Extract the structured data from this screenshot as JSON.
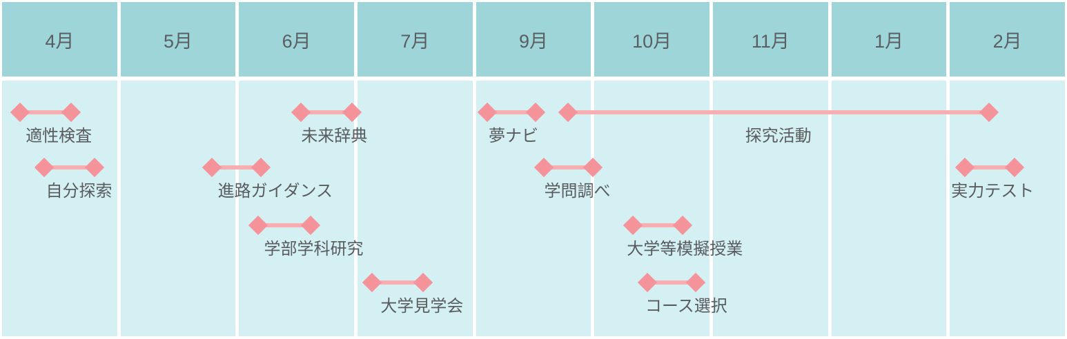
{
  "timeline": {
    "months": [
      "4月",
      "5月",
      "6月",
      "7月",
      "9月",
      "10月",
      "11月",
      "1月",
      "2月"
    ],
    "colors": {
      "header_bg": "#9ed5d8",
      "header_text": "#5a5e62",
      "body_bg": "#d5f0f3",
      "grid_gap": "#ffffff",
      "marker": "#f4949a",
      "bar_line": "#f8adb1",
      "label_text": "#595c5e"
    }
  },
  "chart_data": {
    "type": "gantt",
    "title": "",
    "x_axis": {
      "unit": "month",
      "categories": [
        "4月",
        "5月",
        "6月",
        "7月",
        "9月",
        "10月",
        "11月",
        "1月",
        "2月"
      ],
      "range_note": "columns span 4月 through 2月; 8月 and 12月 are not shown"
    },
    "legend": "none",
    "marker_style": "diamond endpoints connected by line",
    "activities": [
      {
        "label": "適性検査",
        "row": 0,
        "start": 0.17,
        "end": 0.6,
        "months": "4月",
        "label_align": "start",
        "label_dx": 8
      },
      {
        "label": "未来辞典",
        "row": 0,
        "start": 2.54,
        "end": 2.97,
        "months": "6月",
        "label_align": "start",
        "label_dx": 0
      },
      {
        "label": "夢ナビ",
        "row": 0,
        "start": 4.11,
        "end": 4.52,
        "months": "9月",
        "label_align": "start",
        "label_dx": 2
      },
      {
        "label": "探究活動",
        "row": 0,
        "start": 4.79,
        "end": 8.34,
        "months": "9月〜2月",
        "label_align": "center",
        "label_dx": 0
      },
      {
        "label": "自分探索",
        "row": 1,
        "start": 0.37,
        "end": 0.8,
        "months": "4月",
        "label_align": "start",
        "label_dx": 3
      },
      {
        "label": "進路ガイダンス",
        "row": 1,
        "start": 1.79,
        "end": 2.2,
        "months": "5月〜6月",
        "label_align": "start",
        "label_dx": 8
      },
      {
        "label": "学問調べ",
        "row": 1,
        "start": 4.59,
        "end": 5.0,
        "months": "9月〜10月",
        "label_align": "start",
        "label_dx": 0
      },
      {
        "label": "実力テスト",
        "row": 1,
        "start": 8.14,
        "end": 8.56,
        "months": "2月",
        "label_align": "start",
        "label_dx": -20
      },
      {
        "label": "学部学科研究",
        "row": 2,
        "start": 2.18,
        "end": 2.62,
        "months": "6月",
        "label_align": "start",
        "label_dx": 8
      },
      {
        "label": "大学等模擬授業",
        "row": 2,
        "start": 5.34,
        "end": 5.76,
        "months": "10月",
        "label_align": "start",
        "label_dx": -9
      },
      {
        "label": "大学見学会",
        "row": 3,
        "start": 3.14,
        "end": 3.57,
        "months": "7月",
        "label_align": "start",
        "label_dx": 12
      },
      {
        "label": "コース選択",
        "row": 3,
        "start": 5.46,
        "end": 5.87,
        "months": "10月",
        "label_align": "start",
        "label_dx": -3
      }
    ]
  }
}
